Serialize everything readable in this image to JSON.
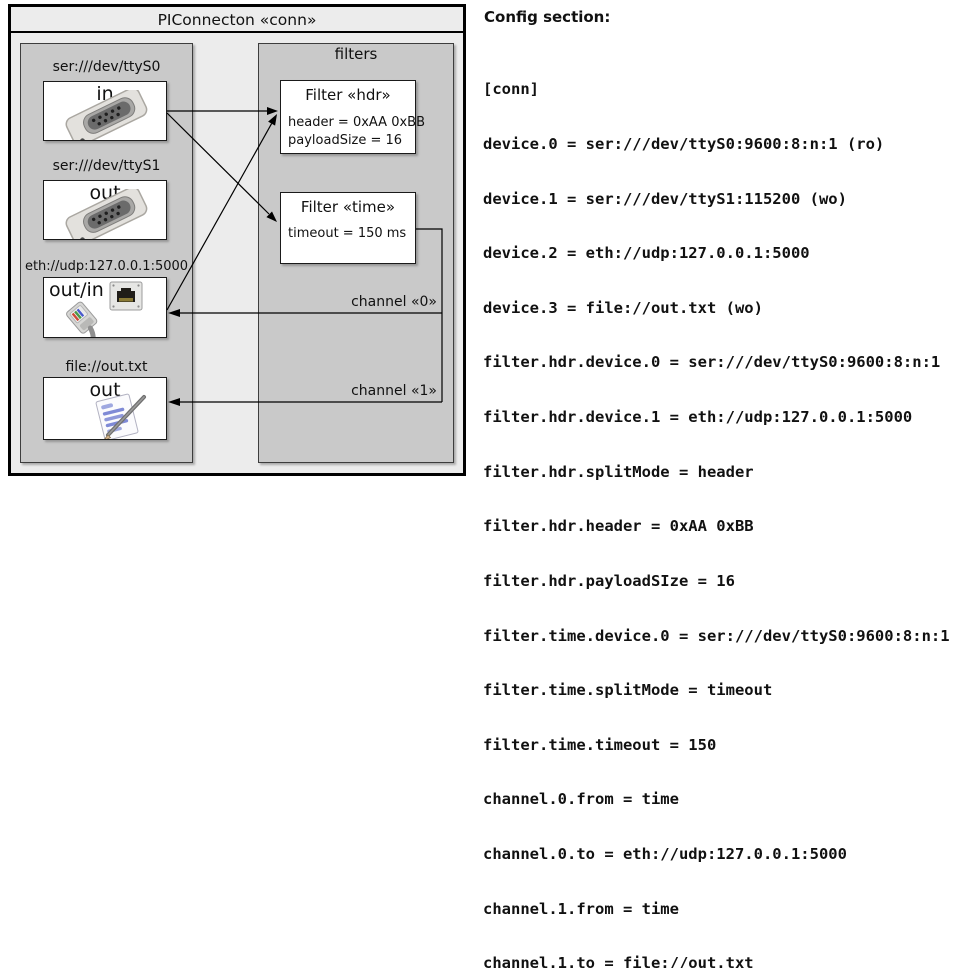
{
  "diagram": {
    "title": "PIConnecton «conn»",
    "devices": [
      {
        "label": "ser:///dev/ttyS0",
        "direction": "in",
        "icon": "serial-db9-connector"
      },
      {
        "label": "ser:///dev/ttyS1",
        "direction": "out",
        "icon": "serial-db9-connector"
      },
      {
        "label": "eth://udp:127.0.0.1:5000",
        "direction": "out/in",
        "icon": "ethernet-rj45"
      },
      {
        "label": "file://out.txt",
        "direction": "out",
        "icon": "notepad-pencil"
      }
    ],
    "filters_panel": {
      "title": "filters",
      "filters": [
        {
          "title": "Filter «hdr»",
          "properties": [
            "header = 0xAA 0xBB",
            "payloadSize = 16"
          ]
        },
        {
          "title": "Filter «time»",
          "properties": [
            "timeout = 150 ms"
          ]
        }
      ]
    },
    "channels": [
      {
        "label": "channel «0»"
      },
      {
        "label": "channel «1»"
      }
    ],
    "connections": [
      {
        "from": "ser:///dev/ttyS0",
        "to": "Filter «hdr»"
      },
      {
        "from": "ser:///dev/ttyS0",
        "to": "Filter «time»"
      },
      {
        "from": "eth://udp:127.0.0.1:5000",
        "to": "Filter «hdr»"
      },
      {
        "from": "Filter «time»",
        "to": "eth://udp:127.0.0.1:5000",
        "via": "channel «0»"
      },
      {
        "from": "Filter «time»",
        "to": "file://out.txt",
        "via": "channel «1»"
      }
    ]
  },
  "config": {
    "heading": "Config section:",
    "lines": [
      "[conn]",
      "device.0 = ser:///dev/ttyS0:9600:8:n:1 (ro)",
      "device.1 = ser:///dev/ttyS1:115200 (wo)",
      "device.2 = eth://udp:127.0.0.1:5000",
      "device.3 = file://out.txt (wo)",
      "filter.hdr.device.0 = ser:///dev/ttyS0:9600:8:n:1",
      "filter.hdr.device.1 = eth://udp:127.0.0.1:5000",
      "filter.hdr.splitMode = header",
      "filter.hdr.header = 0xAA 0xBB",
      "filter.hdr.payloadSIze = 16",
      "filter.time.device.0 = ser:///dev/ttyS0:9600:8:n:1",
      "filter.time.splitMode = timeout",
      "filter.time.timeout = 150",
      "channel.0.from = time",
      "channel.0.to = eth://udp:127.0.0.1:5000",
      "channel.1.from = time",
      "channel.1.to = file://out.txt"
    ]
  },
  "colors": {
    "outer_bg": "#ececec",
    "panel_bg": "#c9c9c9",
    "box_bg": "#ffffff",
    "line": "#000000",
    "text": "#111111"
  }
}
